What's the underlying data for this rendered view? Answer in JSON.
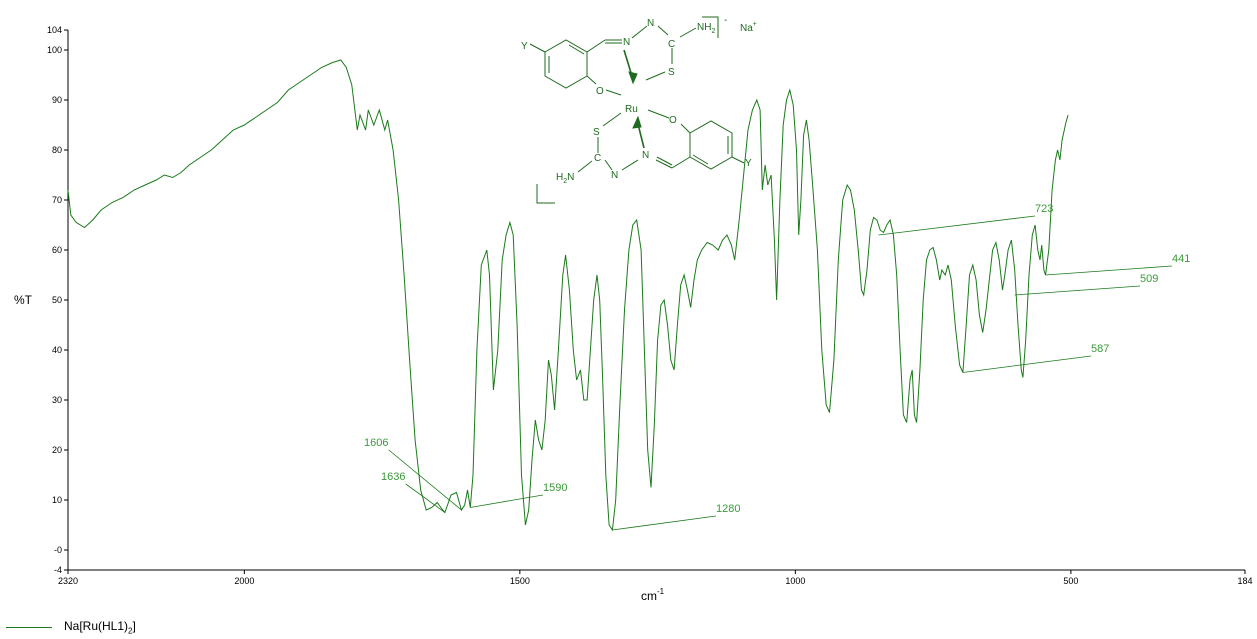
{
  "chart_data": {
    "type": "line",
    "ylabel": "%T",
    "xlabel": "cm",
    "xlabel_superscript": "-1",
    "xlim": [
      2320,
      184
    ],
    "ylim": [
      -4,
      104
    ],
    "x_ticks": [
      2320,
      2000,
      1500,
      1000,
      500,
      184
    ],
    "y_ticks": [
      104,
      100,
      90,
      80,
      70,
      60,
      50,
      40,
      30,
      20,
      10,
      0,
      -4
    ],
    "y_tick_labels": [
      "104",
      "100",
      "90",
      "80",
      "70",
      "60",
      "50",
      "40",
      "30",
      "20",
      "10",
      "-0",
      "-4"
    ],
    "grid": false,
    "line_color": "#1a7a1a",
    "label_color": "#3a9a3a",
    "series": [
      {
        "name_parts": [
          "Na[Ru(HL1)",
          "2",
          "]"
        ],
        "points": [
          [
            2320,
            72
          ],
          [
            2315,
            67
          ],
          [
            2305,
            65.5
          ],
          [
            2290,
            64.5
          ],
          [
            2275,
            66
          ],
          [
            2260,
            68
          ],
          [
            2240,
            69.5
          ],
          [
            2220,
            70.5
          ],
          [
            2200,
            72
          ],
          [
            2180,
            73
          ],
          [
            2160,
            74
          ],
          [
            2145,
            75
          ],
          [
            2130,
            74.5
          ],
          [
            2115,
            75.5
          ],
          [
            2100,
            77
          ],
          [
            2080,
            78.5
          ],
          [
            2060,
            80
          ],
          [
            2040,
            82
          ],
          [
            2020,
            84
          ],
          [
            2000,
            85
          ],
          [
            1980,
            86.5
          ],
          [
            1960,
            88
          ],
          [
            1940,
            89.5
          ],
          [
            1920,
            92
          ],
          [
            1900,
            93.5
          ],
          [
            1880,
            95
          ],
          [
            1860,
            96.5
          ],
          [
            1840,
            97.5
          ],
          [
            1825,
            98
          ],
          [
            1815,
            96.5
          ],
          [
            1805,
            93
          ],
          [
            1795,
            84
          ],
          [
            1790,
            87
          ],
          [
            1780,
            84
          ],
          [
            1775,
            88
          ],
          [
            1765,
            85
          ],
          [
            1755,
            88
          ],
          [
            1745,
            84
          ],
          [
            1740,
            86
          ],
          [
            1730,
            80
          ],
          [
            1720,
            70
          ],
          [
            1710,
            55
          ],
          [
            1700,
            38
          ],
          [
            1690,
            22
          ],
          [
            1680,
            12
          ],
          [
            1670,
            8
          ],
          [
            1660,
            8.5
          ],
          [
            1650,
            9.5
          ],
          [
            1640,
            8
          ],
          [
            1636,
            7.5
          ],
          [
            1625,
            11
          ],
          [
            1615,
            11.5
          ],
          [
            1606,
            8
          ],
          [
            1600,
            9
          ],
          [
            1595,
            12
          ],
          [
            1590,
            8.5
          ],
          [
            1585,
            15
          ],
          [
            1578,
            40
          ],
          [
            1570,
            57
          ],
          [
            1560,
            60
          ],
          [
            1555,
            55
          ],
          [
            1548,
            32
          ],
          [
            1540,
            40
          ],
          [
            1532,
            58
          ],
          [
            1525,
            63
          ],
          [
            1518,
            65.5
          ],
          [
            1512,
            63
          ],
          [
            1505,
            45
          ],
          [
            1497,
            15
          ],
          [
            1490,
            5
          ],
          [
            1484,
            8
          ],
          [
            1478,
            18
          ],
          [
            1472,
            26
          ],
          [
            1466,
            22
          ],
          [
            1460,
            20
          ],
          [
            1454,
            26
          ],
          [
            1448,
            38
          ],
          [
            1443,
            35
          ],
          [
            1437,
            28
          ],
          [
            1430,
            40
          ],
          [
            1422,
            55
          ],
          [
            1417,
            59
          ],
          [
            1410,
            52
          ],
          [
            1403,
            40
          ],
          [
            1397,
            34
          ],
          [
            1390,
            36
          ],
          [
            1384,
            30
          ],
          [
            1378,
            30
          ],
          [
            1372,
            40
          ],
          [
            1366,
            50
          ],
          [
            1360,
            55
          ],
          [
            1355,
            50
          ],
          [
            1350,
            35
          ],
          [
            1344,
            15
          ],
          [
            1338,
            5
          ],
          [
            1332,
            4
          ],
          [
            1326,
            10
          ],
          [
            1318,
            30
          ],
          [
            1310,
            48
          ],
          [
            1302,
            60
          ],
          [
            1295,
            65
          ],
          [
            1288,
            66
          ],
          [
            1280,
            60
          ],
          [
            1274,
            40
          ],
          [
            1268,
            20
          ],
          [
            1262,
            12.5
          ],
          [
            1256,
            25
          ],
          [
            1250,
            42
          ],
          [
            1244,
            49
          ],
          [
            1238,
            50
          ],
          [
            1232,
            45
          ],
          [
            1226,
            38
          ],
          [
            1220,
            36
          ],
          [
            1214,
            45
          ],
          [
            1208,
            53
          ],
          [
            1202,
            55
          ],
          [
            1196,
            52
          ],
          [
            1190,
            48.5
          ],
          [
            1184,
            54
          ],
          [
            1178,
            58
          ],
          [
            1170,
            60
          ],
          [
            1160,
            61.5
          ],
          [
            1150,
            61
          ],
          [
            1140,
            60
          ],
          [
            1132,
            62
          ],
          [
            1124,
            63
          ],
          [
            1116,
            61
          ],
          [
            1110,
            58
          ],
          [
            1102,
            66
          ],
          [
            1094,
            75
          ],
          [
            1086,
            84
          ],
          [
            1078,
            88
          ],
          [
            1070,
            90
          ],
          [
            1064,
            88
          ],
          [
            1060,
            72
          ],
          [
            1055,
            77
          ],
          [
            1050,
            73
          ],
          [
            1044,
            75
          ],
          [
            1038,
            62
          ],
          [
            1034,
            50
          ],
          [
            1028,
            70
          ],
          [
            1022,
            85
          ],
          [
            1016,
            90
          ],
          [
            1010,
            92
          ],
          [
            1004,
            89
          ],
          [
            998,
            80
          ],
          [
            994,
            63
          ],
          [
            990,
            70
          ],
          [
            985,
            83
          ],
          [
            980,
            86
          ],
          [
            975,
            82
          ],
          [
            968,
            72
          ],
          [
            960,
            60
          ],
          [
            952,
            40
          ],
          [
            944,
            29
          ],
          [
            938,
            27.5
          ],
          [
            930,
            38
          ],
          [
            922,
            58
          ],
          [
            914,
            70
          ],
          [
            906,
            73
          ],
          [
            900,
            72
          ],
          [
            893,
            68
          ],
          [
            886,
            60
          ],
          [
            880,
            52
          ],
          [
            876,
            51
          ],
          [
            870,
            56
          ],
          [
            864,
            64
          ],
          [
            858,
            66.5
          ],
          [
            852,
            66
          ],
          [
            846,
            64
          ],
          [
            840,
            63.5
          ],
          [
            834,
            65
          ],
          [
            828,
            66
          ],
          [
            822,
            63
          ],
          [
            816,
            55
          ],
          [
            810,
            40
          ],
          [
            804,
            27
          ],
          [
            798,
            25.5
          ],
          [
            792,
            34
          ],
          [
            788,
            36
          ],
          [
            784,
            27
          ],
          [
            780,
            25.5
          ],
          [
            774,
            36
          ],
          [
            768,
            50
          ],
          [
            762,
            58
          ],
          [
            756,
            60
          ],
          [
            750,
            60.5
          ],
          [
            744,
            58
          ],
          [
            738,
            54
          ],
          [
            734,
            56
          ],
          [
            728,
            55
          ],
          [
            723,
            57
          ],
          [
            717,
            54
          ],
          [
            710,
            45
          ],
          [
            702,
            37
          ],
          [
            696,
            35.5
          ],
          [
            690,
            45
          ],
          [
            684,
            55
          ],
          [
            678,
            57
          ],
          [
            672,
            54
          ],
          [
            666,
            47
          ],
          [
            660,
            43.5
          ],
          [
            654,
            48
          ],
          [
            648,
            54
          ],
          [
            642,
            60
          ],
          [
            636,
            61.5
          ],
          [
            630,
            58
          ],
          [
            624,
            52
          ],
          [
            620,
            55
          ],
          [
            614,
            60
          ],
          [
            608,
            62
          ],
          [
            602,
            56
          ],
          [
            596,
            45
          ],
          [
            590,
            36
          ],
          [
            587,
            34.5
          ],
          [
            582,
            42
          ],
          [
            576,
            55
          ],
          [
            570,
            63
          ],
          [
            565,
            65
          ],
          [
            560,
            60
          ],
          [
            556,
            58
          ],
          [
            553,
            61
          ],
          [
            549,
            56
          ],
          [
            546,
            55
          ],
          [
            540,
            60
          ],
          [
            534,
            72
          ],
          [
            528,
            78
          ],
          [
            524,
            80
          ],
          [
            520,
            78
          ],
          [
            516,
            82
          ],
          [
            512,
            84
          ],
          [
            509,
            85.5
          ],
          [
            505,
            87
          ]
        ]
      }
    ],
    "peak_labels": [
      {
        "text": "1606",
        "x": 1606,
        "y": 8
      },
      {
        "text": "1636",
        "x": 1636,
        "y": 7.5
      },
      {
        "text": "1590",
        "x": 1590,
        "y": 8.5
      },
      {
        "text": "1280",
        "x": 1332,
        "y": 4
      },
      {
        "text": "723",
        "x": 849,
        "y": 63
      },
      {
        "text": "587",
        "x": 696,
        "y": 35.5
      },
      {
        "text": "509",
        "x": 602,
        "y": 51
      },
      {
        "text": "441",
        "x": 546,
        "y": 55
      }
    ]
  },
  "structure": {
    "labels": {
      "y_left": "Y",
      "n1": "N",
      "n2": "N",
      "nh2": "NH",
      "nh2_sub": "2",
      "c1": "C",
      "s1": "S",
      "o1": "O",
      "ru": "Ru",
      "o2": "O",
      "s2": "S",
      "c2": "C",
      "h2n_h": "H",
      "h2n_sub": "2",
      "h2n_n": "N",
      "n3": "N",
      "n4": "N",
      "y_right": "Y",
      "charge": "-",
      "counter_ion": "Na",
      "counter_ion_sup": "+"
    }
  }
}
